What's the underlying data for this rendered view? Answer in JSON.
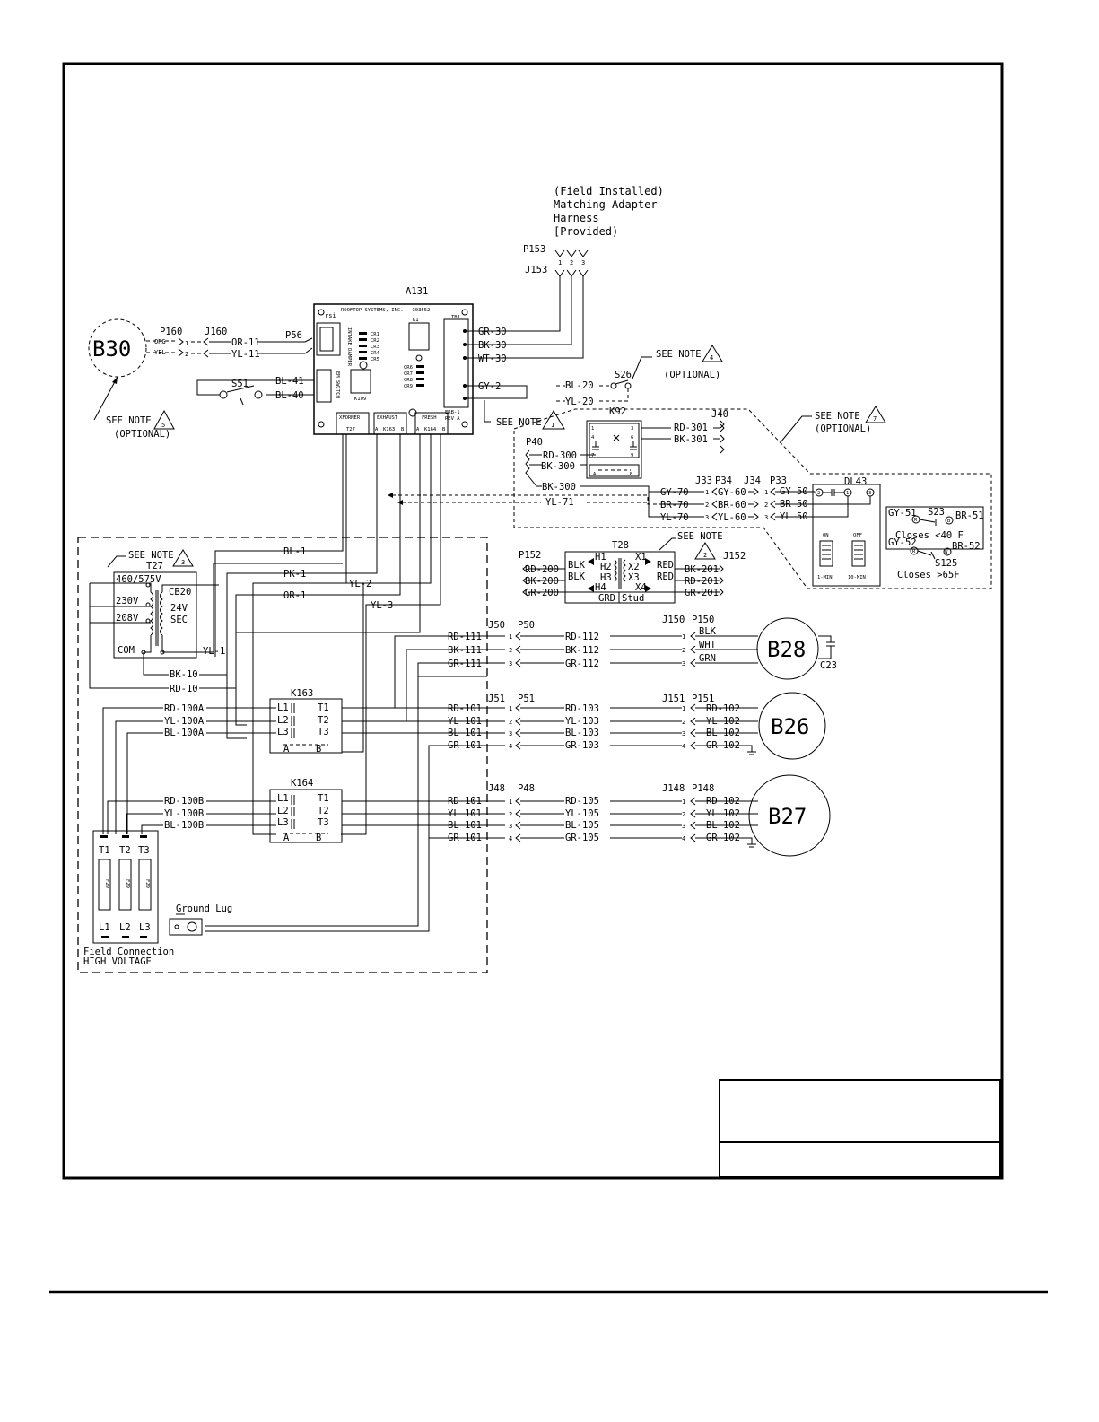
{
  "notes": {
    "field_installed": [
      "(Field Installed)",
      "Matching Adapter",
      "Harness",
      "[Provided)"
    ],
    "see_note": "SEE NOTE",
    "optional": "(OPTIONAL)",
    "note_numbers": {
      "n1": "1",
      "n2": "2",
      "n3": "3",
      "n4": "4",
      "n5": "5",
      "n7": "7"
    }
  },
  "board": {
    "ref": "A131",
    "maker": "ROOFTOP SYSTEMS, INC. — 303552",
    "logo": "rsi",
    "intake_header": "INTAKE DAMPER",
    "em_switch": "EM SWITCH",
    "k1": "K1",
    "k109": "K109",
    "tb_label": "TB1",
    "rev": [
      "ERB-1",
      "REV A"
    ],
    "leds": [
      "CR1",
      "CR2",
      "CR3",
      "CR4",
      "CR5",
      "CR6",
      "CR7",
      "CR8",
      "CR9"
    ],
    "terminals": {
      "xformer": "XFORMER",
      "xformer_sub": "T27",
      "exhaust": "EXHAUST",
      "exhaust_sub": "K163",
      "fresh": "FRESH",
      "fresh_sub": "K164",
      "a": "A",
      "b": "B"
    }
  },
  "connectors": {
    "p153": "P153",
    "j153": "J153",
    "p153_pins": [
      "1",
      "2",
      "3"
    ],
    "p160": "P160",
    "j160": "J160",
    "p56": "P56",
    "p160_wires": [
      "ORG",
      "YEL"
    ],
    "p160_pins": [
      "1",
      "2"
    ],
    "j50": "J50",
    "p50": "P50",
    "j150": "J150",
    "p150": "P150",
    "j51": "J51",
    "p51": "P51",
    "j151": "J151",
    "p151": "P151",
    "j48": "J48",
    "p48": "P48",
    "j148": "J148",
    "p148": "P148",
    "j33": "J33",
    "p34": "P34",
    "j34": "J34",
    "p33": "P33",
    "j40": "J40",
    "p40": "P40",
    "p152": "P152",
    "j152": "J152"
  },
  "wires": {
    "gr30": "GR-30",
    "bk30": "BK-30",
    "wt30": "WT-30",
    "gy2": "GY-2",
    "or11": "OR-11",
    "yl11": "YL-11",
    "bl41": "BL-41",
    "bl40": "BL-40",
    "bl20": "BL-20",
    "yl20": "YL-20",
    "rd301": "RD-301",
    "bk301": "BK-301",
    "rd300": "RD-300",
    "bk300a": "BK-300",
    "bk300b": "BK-300",
    "gy70": "GY-70",
    "br70": "BR-70",
    "yl70": "YL-70",
    "yl71": "YL-71",
    "gy60": "GY-60",
    "br60": "BR-60",
    "yl60": "YL-60",
    "gy50": "GY-50",
    "br50": "BR-50",
    "yl50": "YL-50",
    "gy51": "GY-51",
    "br51": "BR-51",
    "gy52": "GY-52",
    "br52": "BR-52",
    "rd200": "RD-200",
    "bk200": "BK-200",
    "gr200": "GR-200",
    "bk201": "BK-201",
    "rd201": "RD-201",
    "gr201": "GR-201",
    "bl1": "BL-1",
    "pk1": "PK-1",
    "or1": "OR-1",
    "yl2": "YL-2",
    "yl3": "YL-3",
    "yl1": "YL-1",
    "bk10": "BK-10",
    "rd10": "RD-10",
    "rd100a": "RD-100A",
    "yl100a": "YL-100A",
    "bl100a": "BL-100A",
    "rd100b": "RD-100B",
    "yl100b": "YL-100B",
    "bl100b": "BL-100B",
    "rd111": "RD-111",
    "bk111": "BK-111",
    "gr111": "GR-111",
    "rd112": "RD-112",
    "bk112": "BK-112",
    "gr112": "GR-112",
    "blk": "BLK",
    "wht": "WHT",
    "grn": "GRN",
    "rd101a": "RD-101",
    "yl101a": "YL-101",
    "bl101a": "BL-101",
    "gr101a": "GR-101",
    "rd103": "RD-103",
    "yl103": "YL-103",
    "bl103": "BL-103",
    "gr103": "GR-103",
    "rd102a": "RD-102",
    "yl102a": "YL-102",
    "bl102a": "BL-102",
    "gr102a": "GR-102",
    "rd101b": "RD-101",
    "yl101b": "YL-101",
    "bl101b": "BL-101",
    "gr101b": "GR-101",
    "rd105": "RD-105",
    "yl105": "YL-105",
    "bl105": "BL-105",
    "gr105": "GR-105",
    "rd102b": "RD-102",
    "yl102b": "YL-102",
    "bl102b": "BL-102",
    "gr102b": "GR-102"
  },
  "pins": [
    "1",
    "2",
    "3",
    "4"
  ],
  "components": {
    "b30": "B30",
    "b28": "B28",
    "b26": "B26",
    "b27": "B27",
    "c23": "C23",
    "s51": "S51",
    "s26": "S26",
    "k92": "K92",
    "t28": "T28",
    "t27": "T27",
    "dl43": "DL43",
    "s23": "S23",
    "s125": "S125",
    "k163": "K163",
    "k164": "K164"
  },
  "k92_pins": {
    "p1": "1",
    "p4": "4",
    "p3": "3",
    "p6": "6",
    "p7": "7",
    "p9": "9",
    "a": "A",
    "b": "B"
  },
  "t28_labels": {
    "h1": "H1",
    "h2": "H2",
    "h3": "H3",
    "h4": "H4",
    "x1": "X1",
    "x2": "X2",
    "x3": "X3",
    "x4": "X4",
    "blk1": "BLK",
    "blk2": "BLK",
    "red1": "RED",
    "red2": "RED",
    "grd": "GRD",
    "stud": "Stud"
  },
  "t27_labels": {
    "v460": "460/575V",
    "v230": "230V",
    "v208": "208V",
    "com": "COM",
    "cb": "CB20",
    "v24": "24V",
    "sec": "SEC"
  },
  "dl43_labels": {
    "t2": "2",
    "t1": "1",
    "t3": "3",
    "on": "ON",
    "off": "OFF",
    "one_min": "1-MIN",
    "ten_min": "10-MIN"
  },
  "switch_labels": {
    "closes_40": "Closes <40 F",
    "closes_65": "Closes >65F",
    "r": "R",
    "b": "B",
    "w": "W"
  },
  "contactor_labels": {
    "l1": "L1",
    "l2": "L2",
    "l3": "L3",
    "t1": "T1",
    "t2": "T2",
    "t3": "T3",
    "a": "A",
    "b": "B"
  },
  "disconnect": {
    "t1": "T1",
    "t2": "T2",
    "t3": "T3",
    "l1": "L1",
    "l2": "L2",
    "l3": "L3",
    "fuse": "F29",
    "ground_lug": "Ground Lug",
    "field1": "Field Connection",
    "field2": "HIGH VOLTAGE"
  }
}
